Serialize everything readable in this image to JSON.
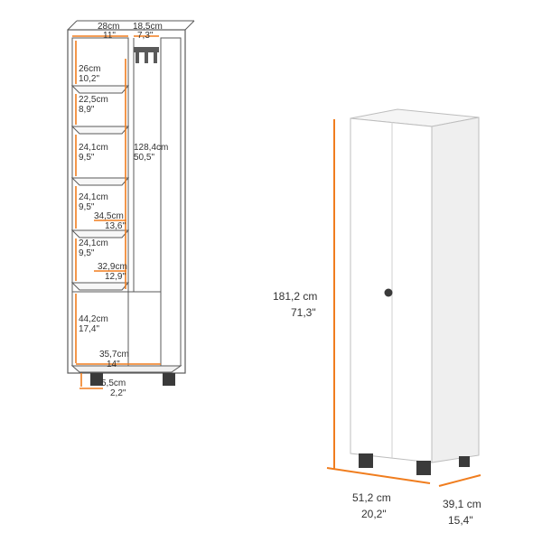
{
  "interior": {
    "top_width": {
      "cm": "28cm",
      "in": "11\""
    },
    "hook_width": {
      "cm": "18,5cm",
      "in": "7,3\""
    },
    "shelf_1": {
      "cm": "26cm",
      "in": "10,2\""
    },
    "shelf_2": {
      "cm": "22,5cm",
      "in": "8,9\""
    },
    "shelf_3": {
      "cm": "24,1cm",
      "in": "9,5\""
    },
    "shelf_4": {
      "cm": "24,1cm",
      "in": "9,5\""
    },
    "shelf_5": {
      "cm": "24,1cm",
      "in": "9,5\""
    },
    "right_height": {
      "cm": "128,4cm",
      "in": "50,5\""
    },
    "right_depth_1": {
      "cm": "34,5cm",
      "in": "13,6\""
    },
    "right_depth_2": {
      "cm": "32,9cm",
      "in": "12,9\""
    },
    "bottom_space": {
      "cm": "44,2cm",
      "in": "17,4\""
    },
    "bottom_width": {
      "cm": "35,7cm",
      "in": "14\""
    },
    "leg_height": {
      "cm": "5,5cm",
      "in": "2,2\""
    }
  },
  "exterior": {
    "height": {
      "cm": "181,2 cm",
      "in": "71,3\""
    },
    "width": {
      "cm": "51,2 cm",
      "in": "20,2\""
    },
    "depth": {
      "cm": "39,1 cm",
      "in": "15,4\""
    }
  },
  "colors": {
    "dimension_line": "#f07d1e",
    "outline": "#5a5a5a",
    "cabinet_front": "#ffffff",
    "cabinet_side": "#f0f0f0",
    "legs": "#3a3a3a"
  }
}
